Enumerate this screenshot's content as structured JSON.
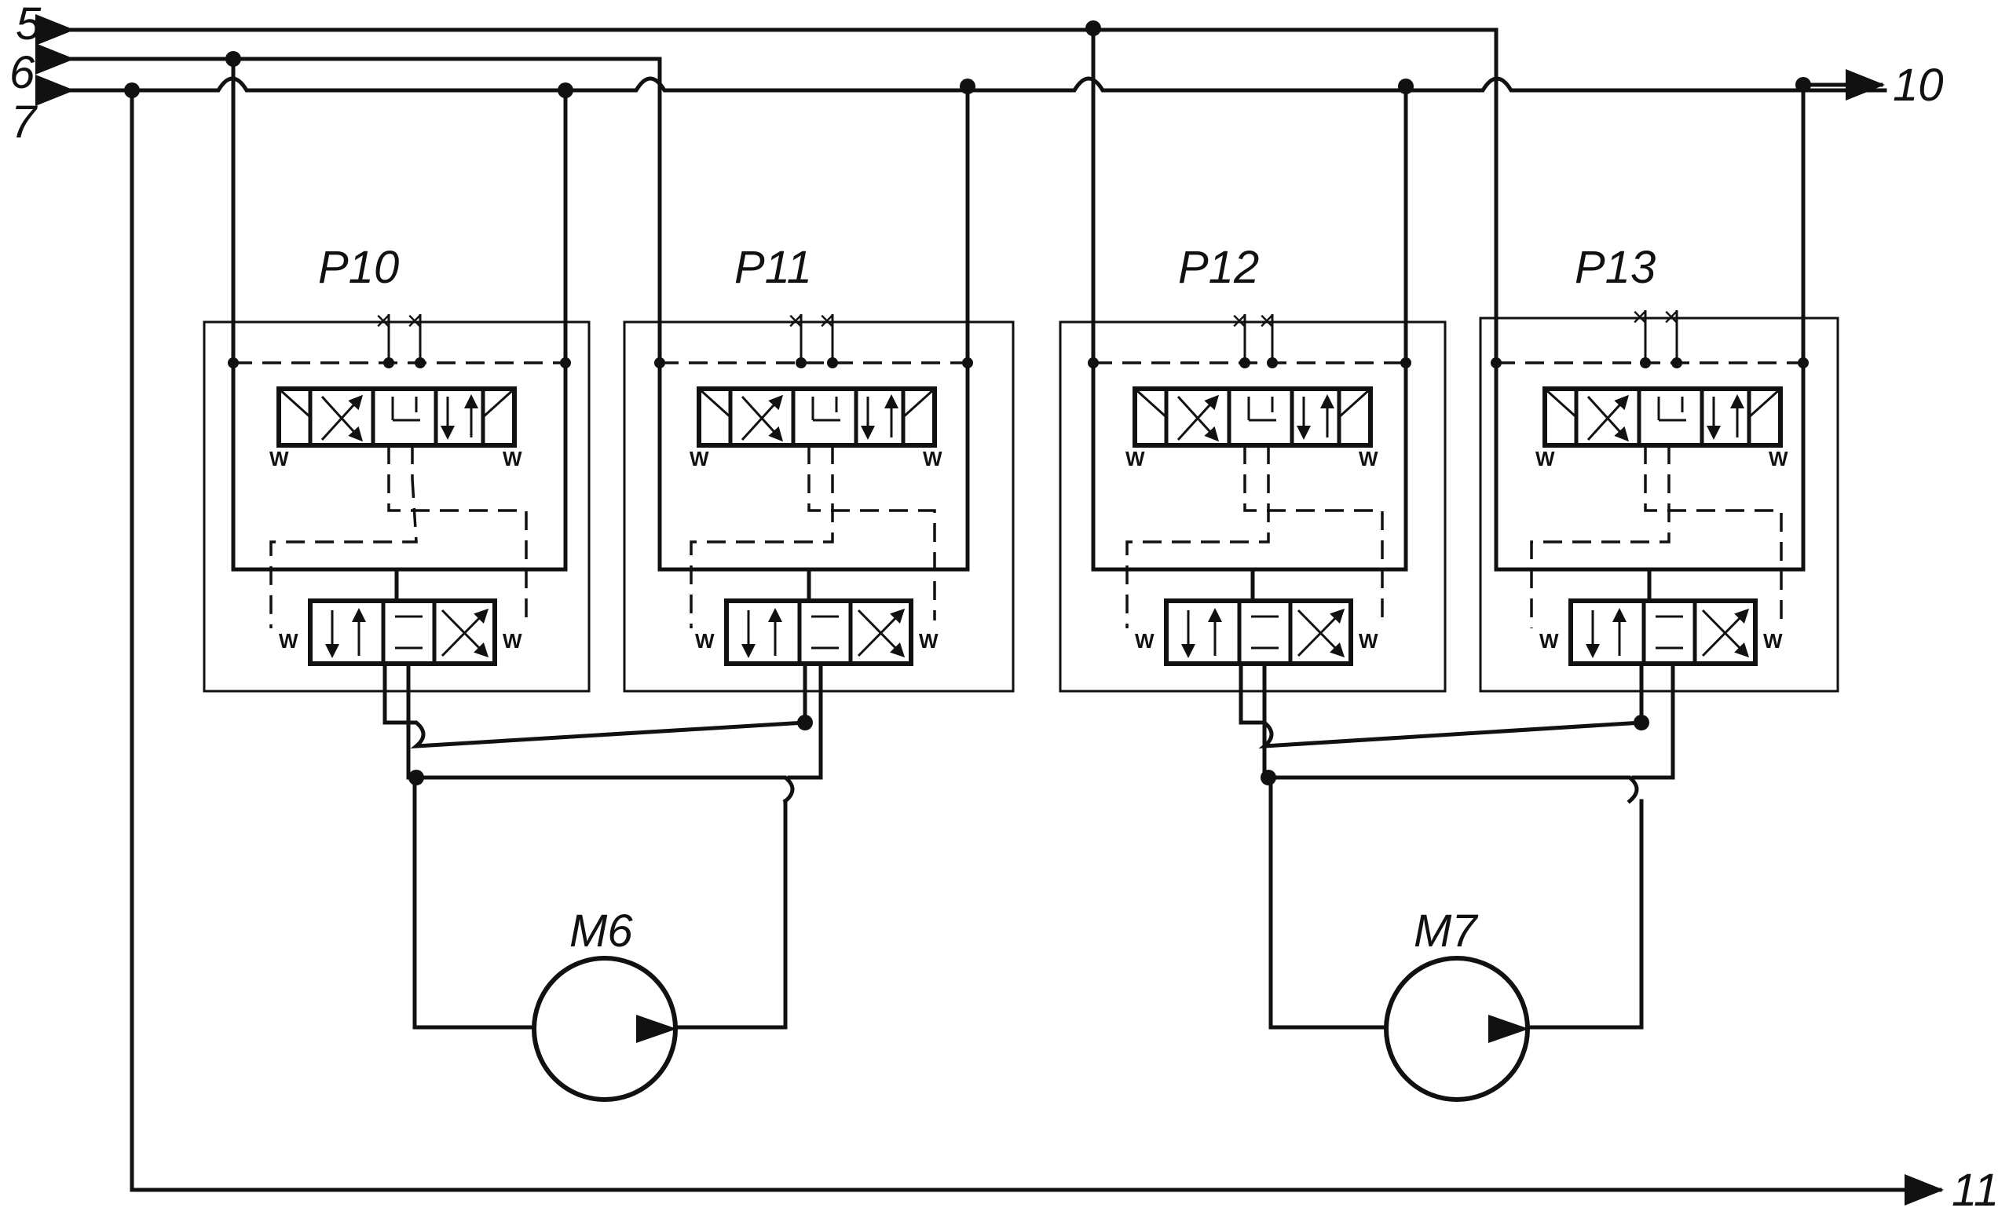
{
  "ports": {
    "p5": "5",
    "p6": "6",
    "p7": "7",
    "p10": "10",
    "p11": "11"
  },
  "valves": [
    {
      "id": "P10"
    },
    {
      "id": "P11"
    },
    {
      "id": "P12"
    },
    {
      "id": "P13"
    }
  ],
  "motors": [
    {
      "id": "M6"
    },
    {
      "id": "M7"
    }
  ]
}
